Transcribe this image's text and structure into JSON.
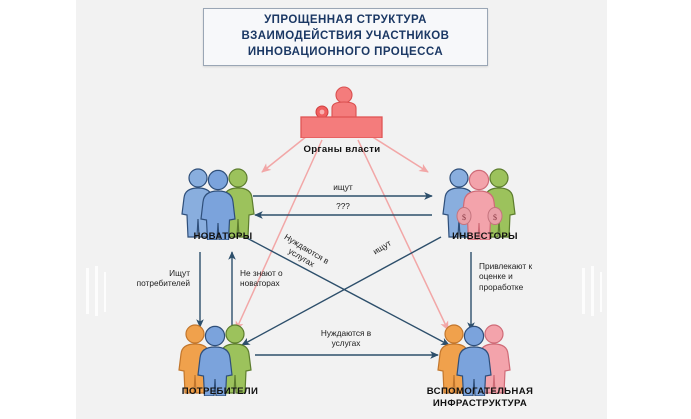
{
  "title": {
    "text": "УПРОЩЕННАЯ СТРУКТУРА\nВЗАИМОДЕЙСТВИЯ УЧАСТНИКОВ\nИННОВАЦИОННОГО ПРОЦЕССА"
  },
  "nodes": [
    {
      "id": "authority",
      "label": "Органы власти"
    },
    {
      "id": "innovators",
      "label": "НОВАТОРЫ"
    },
    {
      "id": "investors",
      "label": "ИНВЕСТОРЫ"
    },
    {
      "id": "consumers",
      "label": "ПОТРЕБИТЕЛИ"
    },
    {
      "id": "infrastructure",
      "label": "ВСПОМОГАТЕЛЬНАЯ\nИНФРАСТРУКТУРА"
    }
  ],
  "edges": [
    {
      "id": "innovators-to-investors",
      "label": "ищут"
    },
    {
      "id": "investors-to-innovators",
      "label": "???"
    },
    {
      "id": "innovators-to-consumers",
      "label": "Ищут\nпотребителей"
    },
    {
      "id": "consumers-to-innovators",
      "label": "Не знают о\nноваторах"
    },
    {
      "id": "investors-to-infrastructure",
      "label": "Привлекают к\nоценке и\nпроработке"
    },
    {
      "id": "consumers-to-infrastructure",
      "label": "Нуждаются в\nуслугах"
    },
    {
      "id": "innovators-to-infrastructure",
      "label": "Нуждаются в\nуслугах"
    },
    {
      "id": "investors-to-consumers",
      "label": "ищут"
    }
  ],
  "colors": {
    "background": "#f2f2f2",
    "title_text": "#1b3864",
    "title_border": "#9aa6b5",
    "arrow_blue": "#2d4f6b",
    "arrow_pink": "#f2a7a7",
    "authority_fill": "#f47c7c",
    "figure_blue": "#7b9fd4",
    "figure_green": "#9ec94a",
    "figure_orange": "#f2a04a",
    "figure_pink": "#f2a0a8"
  }
}
